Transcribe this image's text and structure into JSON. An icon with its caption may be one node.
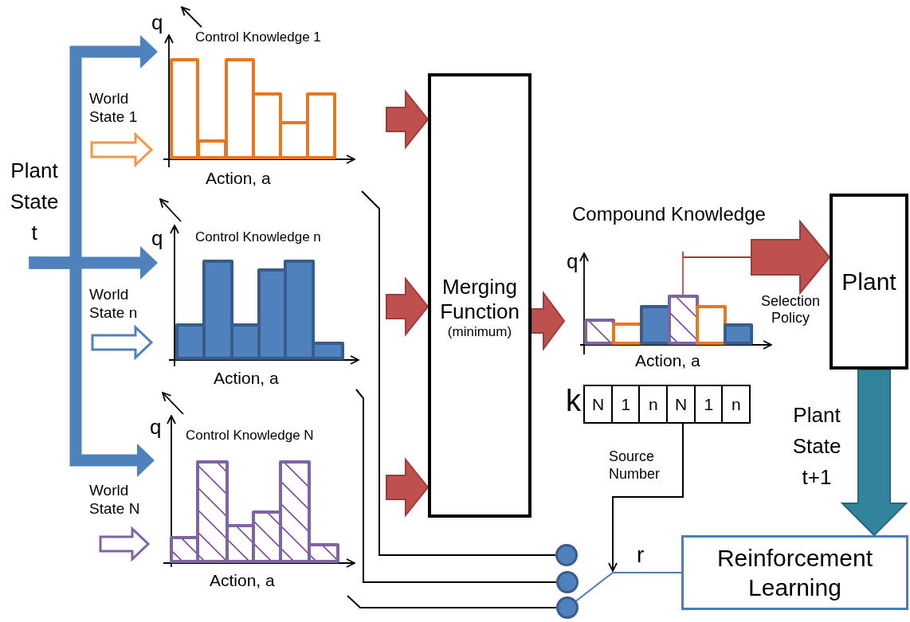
{
  "diagram": {
    "nodes": [
      {
        "text": [
          "Plant State t"
        ]
      },
      {
        "text": [
          "World State 1"
        ]
      },
      {
        "text": [
          "q",
          "Control Knowledge 1",
          "Action, a"
        ]
      },
      {
        "text": [
          "World State n"
        ]
      },
      {
        "text": [
          "q",
          "Control Knowledge n",
          "Action, a"
        ]
      },
      {
        "text": [
          "World State N"
        ]
      },
      {
        "text": [
          "q",
          "Control Knowledge N",
          "Action, a"
        ]
      },
      {
        "text": [
          "Merging Function",
          "(minimum)"
        ]
      },
      {
        "text": [
          "Compound Knowledge",
          "q",
          "Action, a"
        ]
      },
      {
        "text": [
          "Plant"
        ]
      },
      {
        "text": [
          "k",
          "N",
          "1",
          "n",
          "N",
          "1",
          "n"
        ]
      },
      {
        "text": [],
        "shape": "circle"
      },
      {
        "text": [],
        "shape": "circle"
      },
      {
        "text": [],
        "shape": "circle"
      },
      {
        "text": [
          "Reinforcement Learning"
        ]
      }
    ],
    "edges": [
      {
        "from": 0,
        "to": 2,
        "arrow": "to",
        "style": "thick",
        "color": "#4f81bd"
      },
      {
        "from": 0,
        "to": 4,
        "arrow": "to",
        "style": "thick",
        "color": "#4f81bd"
      },
      {
        "from": 0,
        "to": 6,
        "arrow": "to",
        "style": "thick",
        "color": "#4f81bd"
      },
      {
        "from": 1,
        "to": 2,
        "arrow": "to",
        "style": "thick",
        "color": "#f79646"
      },
      {
        "from": 3,
        "to": 4,
        "arrow": "to",
        "style": "thick",
        "color": "#4f81bd"
      },
      {
        "from": 5,
        "to": 6,
        "arrow": "to",
        "style": "thick",
        "color": "#8064a2"
      },
      {
        "from": null,
        "to": 7,
        "arrow": "to",
        "style": "thick",
        "color": "#c0504d"
      },
      {
        "from": null,
        "to": 7,
        "arrow": "to",
        "style": "thick",
        "color": "#c0504d"
      },
      {
        "from": null,
        "to": 7,
        "arrow": "to",
        "style": "thick",
        "color": "#c0504d"
      },
      {
        "from": 7,
        "to": 8,
        "arrow": "to",
        "style": "thick",
        "color": "#c0504d"
      },
      {
        "from": 8,
        "to": 9,
        "arrow": "to",
        "style": "thick",
        "color": "#c0504d",
        "label": "Selection Policy"
      },
      {
        "from": 9,
        "to": 14,
        "arrow": "to",
        "style": "thick",
        "color": "#31849b",
        "label": "Plant State t+1"
      },
      {
        "from": 10,
        "to": null,
        "arrow": "to",
        "label": "Source Number"
      },
      {
        "from": 11,
        "to": 2,
        "arrow": "none"
      },
      {
        "from": 12,
        "to": 4,
        "arrow": "none"
      },
      {
        "from": 13,
        "to": 6,
        "arrow": "none"
      },
      {
        "from": 14,
        "to": 13,
        "arrow": "none",
        "color": "#4a7ebb",
        "label": "r"
      }
    ]
  }
}
